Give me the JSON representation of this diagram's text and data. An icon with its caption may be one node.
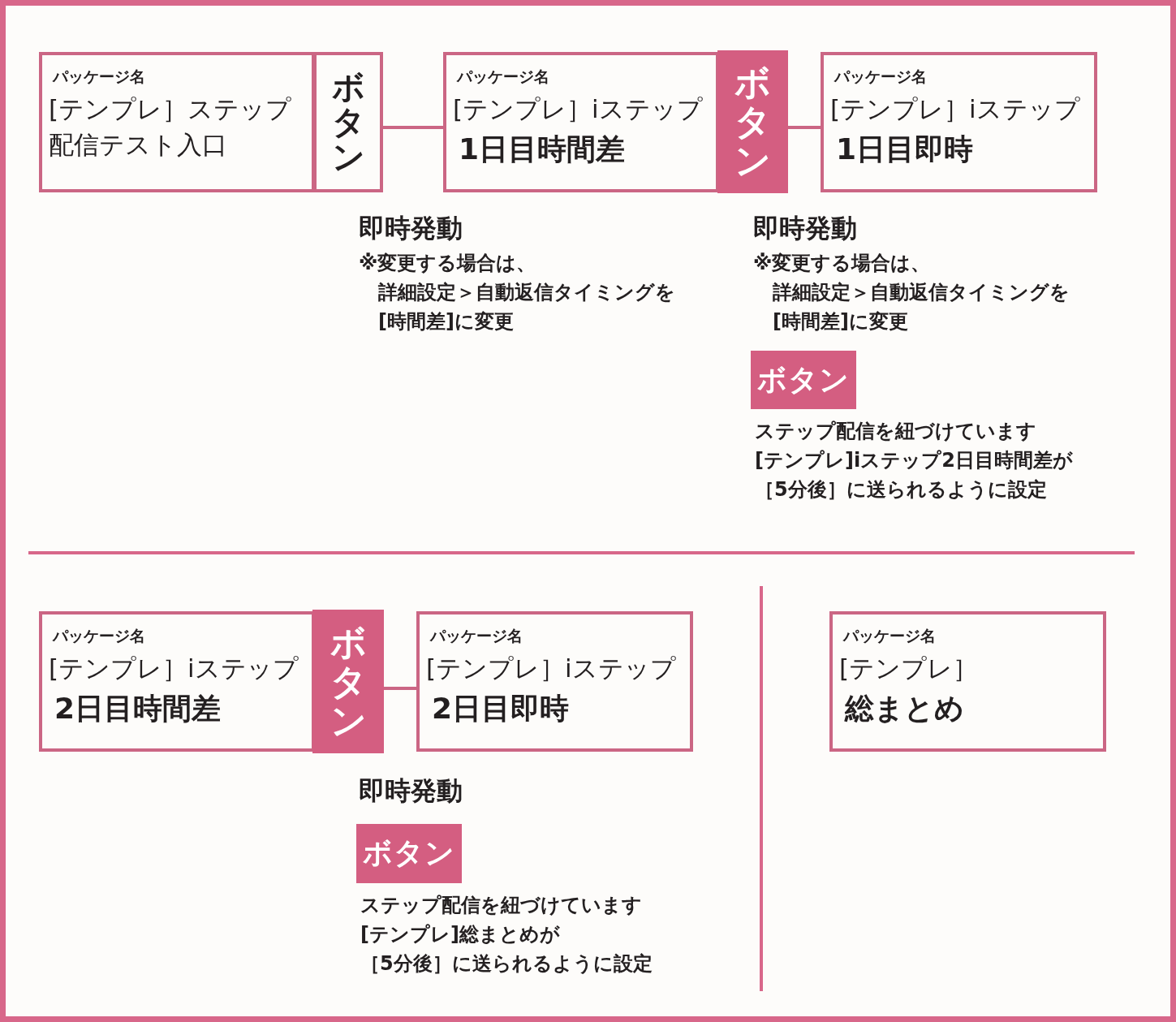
{
  "diagram": {
    "nodes": [
      {
        "text": [
          "パッケージ名",
          "[テンプレ］ステップ配信テスト入口"
        ]
      },
      {
        "text": [
          "ボタン"
        ]
      },
      {
        "text": [
          "パッケージ名",
          "[テンプレ］iステップ",
          "1日目時間差"
        ]
      },
      {
        "text": [
          "ボタン"
        ]
      },
      {
        "text": [
          "パッケージ名",
          "[テンプレ］iステップ",
          "1日目即時"
        ]
      },
      {
        "text": [
          "ボタン"
        ]
      },
      {
        "text": [
          "パッケージ名",
          "[テンプレ］iステップ",
          "2日目時間差"
        ]
      },
      {
        "text": [
          "ボタン"
        ]
      },
      {
        "text": [
          "パッケージ名",
          "[テンプレ］iステップ",
          "2日目即時"
        ]
      },
      {
        "text": [
          "パッケージ名",
          "[テンプレ］",
          "総まとめ"
        ]
      },
      {
        "text": [
          "ボタン"
        ]
      }
    ],
    "edges": [
      {
        "from": 1,
        "to": 2,
        "arrow": "none"
      },
      {
        "from": 3,
        "to": 4,
        "arrow": "none"
      },
      {
        "from": 7,
        "to": 8,
        "arrow": "none"
      }
    ],
    "labels": [
      "即時発動",
      "※変更する場合は、詳細設定＞自動返信タイミングを[時間差]に変更",
      "即時発動",
      "※変更する場合は、詳細設定＞自動返信タイミングを[時間差]に変更",
      "ステップ配信を紐づけています[テンプレ]iステップ2日目時間差が［5分後］に送られるように設定",
      "即時発動",
      "ステップ配信を紐づけています[テンプレ]総まとめが［5分後］に送られるように設定"
    ]
  }
}
